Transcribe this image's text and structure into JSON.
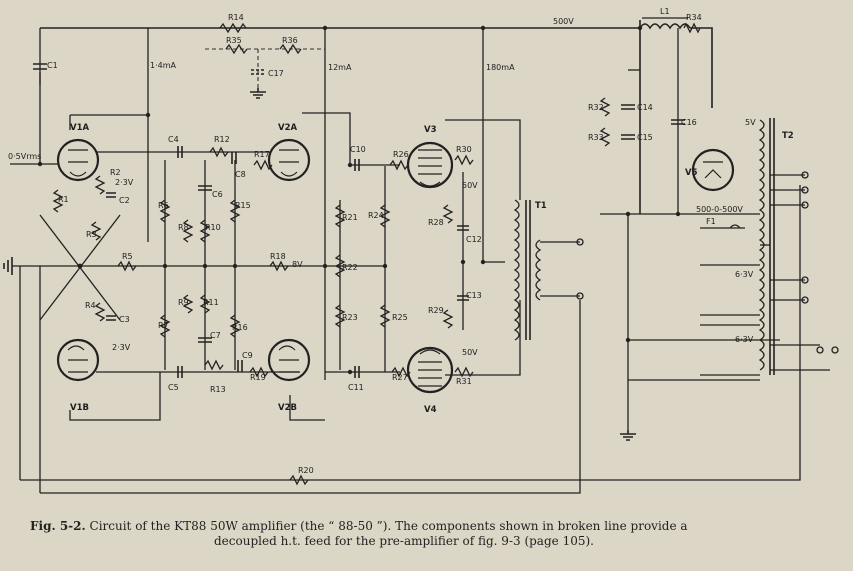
{
  "caption": {
    "figure": "Fig. 5-2.",
    "line1": "Circuit of the KT88 50W amplifier (the “ 88-50 ”).  The components shown in broken line provide a",
    "line2": "decoupled h.t. feed for the pre-amplifier of fig. 9-3 (page 105)."
  },
  "labels": {
    "v1a": "V1A",
    "v1b": "V1B",
    "v2a": "V2A",
    "v2b": "V2B",
    "v3": "V3",
    "v4": "V4",
    "v5": "V5",
    "t1": "T1",
    "t2": "T2",
    "r1": "R1",
    "r2": "R2",
    "r3": "R3",
    "r4": "R4",
    "r5": "R5",
    "r6": "R6",
    "r7": "R7",
    "r8": "R8",
    "r9": "R9",
    "r10": "R10",
    "r11": "R11",
    "r12": "R12",
    "r13": "R13",
    "r14": "R14",
    "r15": "R15",
    "r16": "R16",
    "r17": "R17",
    "r18": "R18",
    "r19": "R19",
    "r20": "R20",
    "r21": "R21",
    "r22": "R22",
    "r23": "R23",
    "r24": "R24",
    "r25": "R25",
    "r26": "R26",
    "r27": "R27",
    "r28": "R28",
    "r29": "R29",
    "r30": "R30",
    "r31": "R31",
    "r32": "R32",
    "r33": "R33",
    "r34": "R34",
    "r35": "R35",
    "r36": "R36",
    "c1": "C1",
    "c2": "C2",
    "c3": "C3",
    "c4": "C4",
    "c5": "C5",
    "c6": "C6",
    "c7": "C7",
    "c8": "C8",
    "c9": "C9",
    "c10": "C10",
    "c11": "C11",
    "c12": "C12",
    "c13": "C13",
    "c14": "C14",
    "c15": "C15",
    "c16": "C16",
    "c17": "C17",
    "l1": "L1",
    "f1": "F1",
    "input_v": "0·5Vrms",
    "v_2_3a": "2·3V",
    "v_2_3b": "2·3V",
    "i_1_4": "1·4mA",
    "i_12": "12mA",
    "i_180": "180mA",
    "v_500": "500V",
    "v_8": "8V",
    "v_50a": "50V",
    "v_50b": "50V",
    "v_5": "5V",
    "tap_500": "500-0-500V",
    "v_6_3a": "6·3V",
    "v_6_3b": "6·3V"
  }
}
